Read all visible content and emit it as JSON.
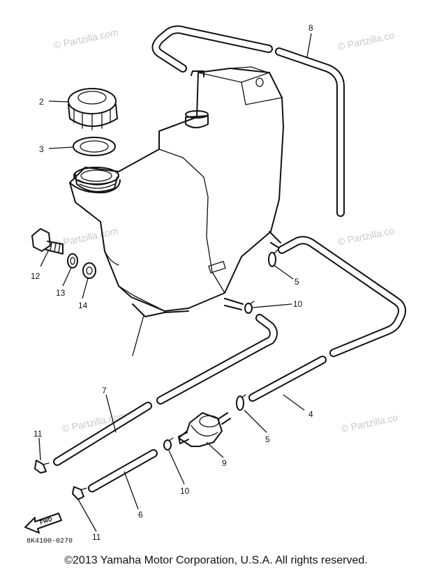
{
  "watermark": "© Partzilla.com",
  "watermark_partial": "© Partzilla.co",
  "callouts": {
    "n2": "2",
    "n3": "3",
    "n4": "4",
    "n5a": "5",
    "n5b": "5",
    "n6": "6",
    "n7": "7",
    "n8": "8",
    "n9": "9",
    "n10a": "10",
    "n10b": "10",
    "n11a": "11",
    "n11b": "11",
    "n12": "12",
    "n13": "13",
    "n14": "14"
  },
  "fwd_label": "FWD",
  "drawing_code": "8K4100-0270",
  "copyright": "©2013  Yamaha Motor Corporation, U.S.A. All rights reserved."
}
